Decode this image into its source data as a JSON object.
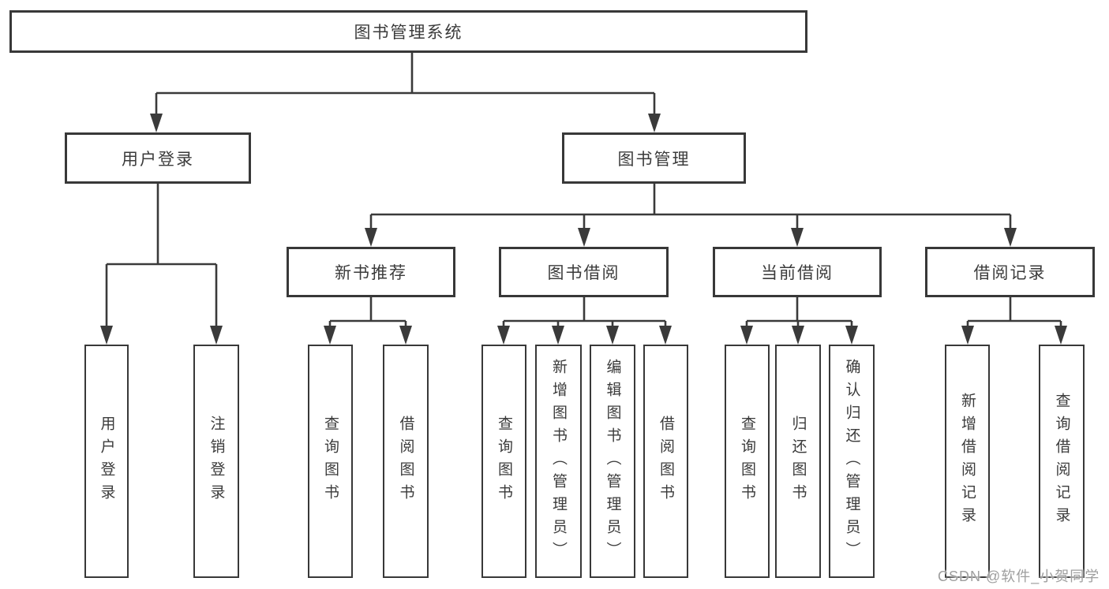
{
  "tree": {
    "label": "图书管理系统",
    "children": [
      {
        "label": "用户登录",
        "children": [
          {
            "label": "用户登录"
          },
          {
            "label": "注销登录"
          }
        ]
      },
      {
        "label": "图书管理",
        "children": [
          {
            "label": "新书推荐",
            "children": [
              {
                "label": "查询图书"
              },
              {
                "label": "借阅图书"
              }
            ]
          },
          {
            "label": "图书借阅",
            "children": [
              {
                "label": "查询图书"
              },
              {
                "label": "新增图书（管理员）"
              },
              {
                "label": "编辑图书（管理员）"
              },
              {
                "label": "借阅图书"
              }
            ]
          },
          {
            "label": "当前借阅",
            "children": [
              {
                "label": "查询图书"
              },
              {
                "label": "归还图书"
              },
              {
                "label": "确认归还（管理员）"
              }
            ]
          },
          {
            "label": "借阅记录",
            "children": [
              {
                "label": "新增借阅记录"
              },
              {
                "label": "查询借阅记录"
              }
            ]
          }
        ]
      }
    ]
  },
  "watermark": {
    "text": "CSDN @软件_小贺同学"
  },
  "colors": {
    "line": "#3a3a3a",
    "box_border": "#383838",
    "text": "#3b3b3b",
    "watermark": "#9e9e9e",
    "background": "#ffffff"
  }
}
